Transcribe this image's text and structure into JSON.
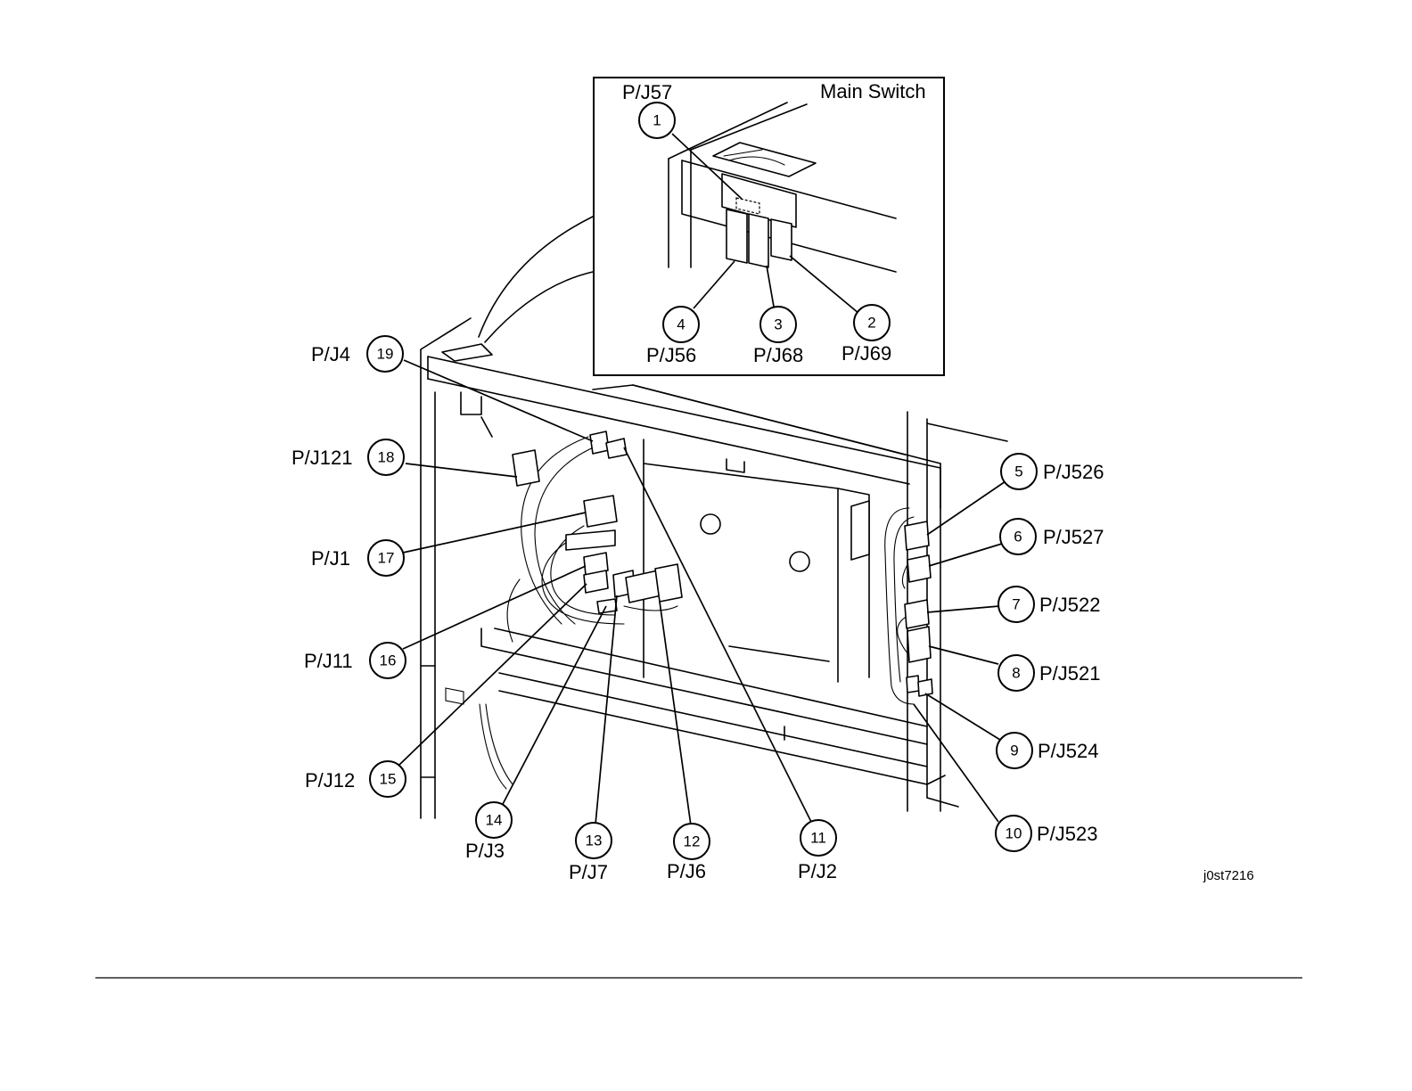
{
  "inset_title": "Main Switch",
  "figure_id": "j0st7216",
  "callouts": [
    {
      "num": "1",
      "label": "P/J57"
    },
    {
      "num": "2",
      "label": "P/J69"
    },
    {
      "num": "3",
      "label": "P/J68"
    },
    {
      "num": "4",
      "label": "P/J56"
    },
    {
      "num": "5",
      "label": "P/J526"
    },
    {
      "num": "6",
      "label": "P/J527"
    },
    {
      "num": "7",
      "label": "P/J522"
    },
    {
      "num": "8",
      "label": "P/J521"
    },
    {
      "num": "9",
      "label": "P/J524"
    },
    {
      "num": "10",
      "label": "P/J523"
    },
    {
      "num": "11",
      "label": "P/J2"
    },
    {
      "num": "12",
      "label": "P/J6"
    },
    {
      "num": "13",
      "label": "P/J7"
    },
    {
      "num": "14",
      "label": "P/J3"
    },
    {
      "num": "15",
      "label": "P/J12"
    },
    {
      "num": "16",
      "label": "P/J11"
    },
    {
      "num": "17",
      "label": "P/J1"
    },
    {
      "num": "18",
      "label": "P/J121"
    },
    {
      "num": "19",
      "label": "P/J4"
    }
  ]
}
